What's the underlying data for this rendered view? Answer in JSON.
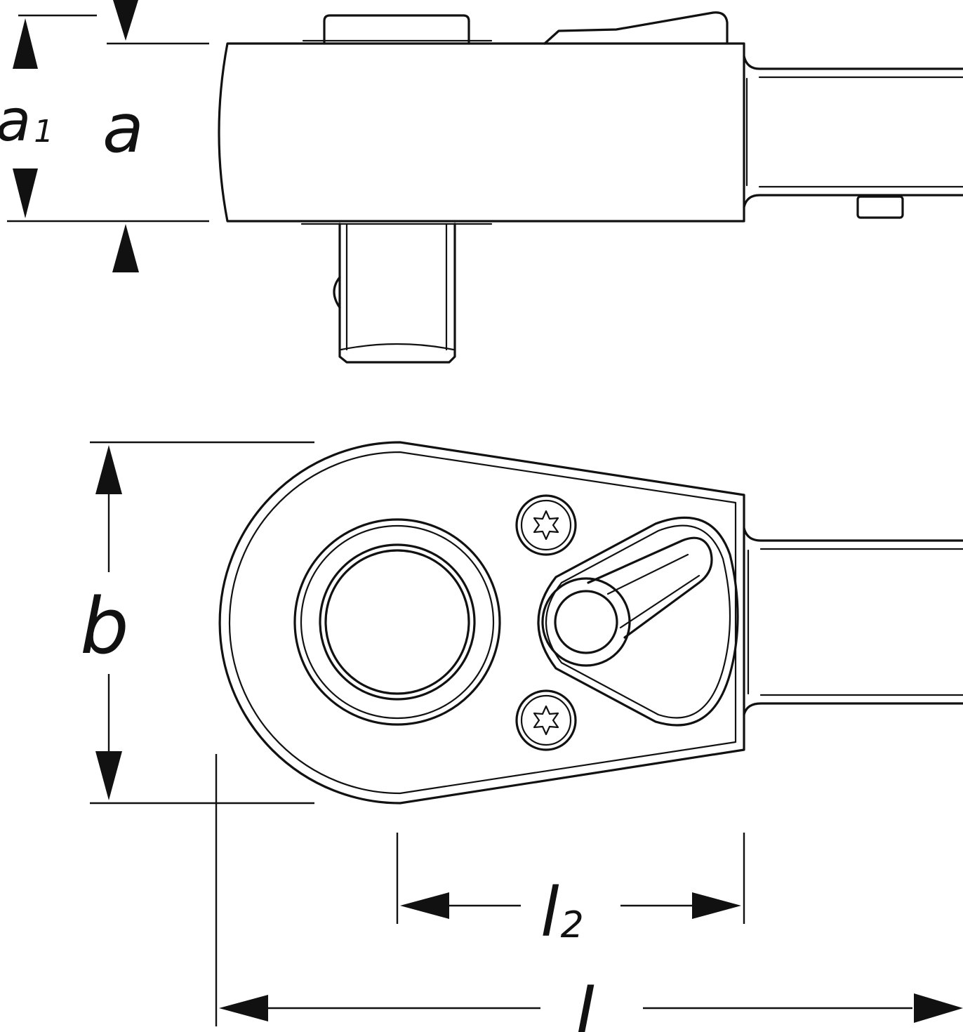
{
  "labels": {
    "a1_main": "a",
    "a1_sub": "1",
    "a": "a",
    "b": "b",
    "l2_main": "l",
    "l2_sub": "2",
    "l": "l"
  },
  "colors": {
    "stroke": "#111111",
    "background": "#ffffff"
  }
}
